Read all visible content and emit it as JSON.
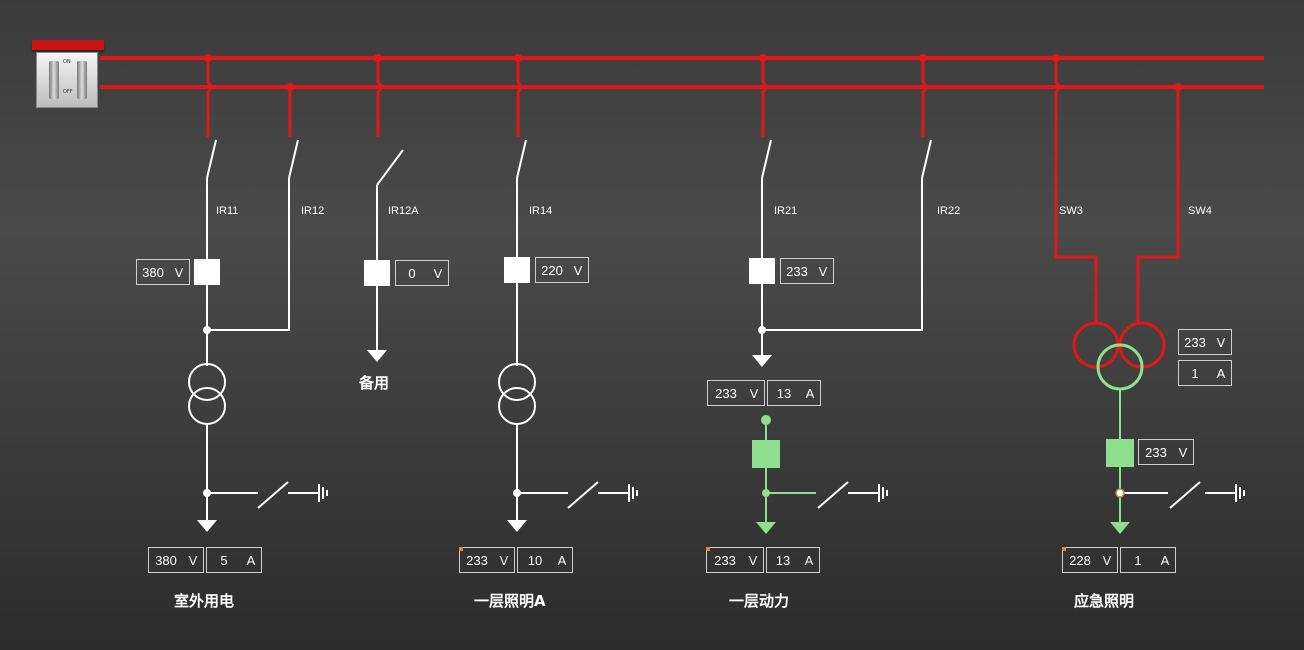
{
  "feeders": [
    {
      "id": "IR11",
      "label": "IR11"
    },
    {
      "id": "IR12",
      "label": "IR12"
    },
    {
      "id": "IR12A",
      "label": "IR12A"
    },
    {
      "id": "IR14",
      "label": "IR14"
    },
    {
      "id": "IR21",
      "label": "IR21"
    },
    {
      "id": "IR22",
      "label": "IR22"
    },
    {
      "id": "SW3",
      "label": "SW3"
    },
    {
      "id": "SW4",
      "label": "SW4"
    }
  ],
  "meters": {
    "ir11_v": {
      "value": "380",
      "unit": "V"
    },
    "ir12a_v": {
      "value": "0",
      "unit": "V"
    },
    "ir14_v": {
      "value": "220",
      "unit": "V"
    },
    "ir21_v": {
      "value": "233",
      "unit": "V"
    },
    "mid3_v": {
      "value": "233",
      "unit": "V"
    },
    "mid3_a": {
      "value": "13",
      "unit": "A"
    },
    "emg_tx_v": {
      "value": "233",
      "unit": "V"
    },
    "emg_tx_a": {
      "value": "1",
      "unit": "A"
    },
    "emg_v": {
      "value": "233",
      "unit": "V"
    },
    "out1_v": {
      "value": "380",
      "unit": "V"
    },
    "out1_a": {
      "value": "5",
      "unit": "A"
    },
    "out2_v": {
      "value": "233",
      "unit": "V"
    },
    "out2_a": {
      "value": "10",
      "unit": "A"
    },
    "out3_v": {
      "value": "233",
      "unit": "V"
    },
    "out3_a": {
      "value": "13",
      "unit": "A"
    },
    "out4_v": {
      "value": "228",
      "unit": "V"
    },
    "out4_a": {
      "value": "1",
      "unit": "A"
    }
  },
  "loads": {
    "spare": "备用",
    "outdoor": "室外用电",
    "floor1_light_a": "一层照明A",
    "floor1_power": "一层动力",
    "emergency_light": "应急照明"
  },
  "main_switch": {
    "on_label": "ON",
    "off_label": "OFF"
  },
  "colors": {
    "live": "#e01818",
    "dead": "#ffffff",
    "energized_load": "#8ee08e",
    "background": "#3d3d3d"
  }
}
